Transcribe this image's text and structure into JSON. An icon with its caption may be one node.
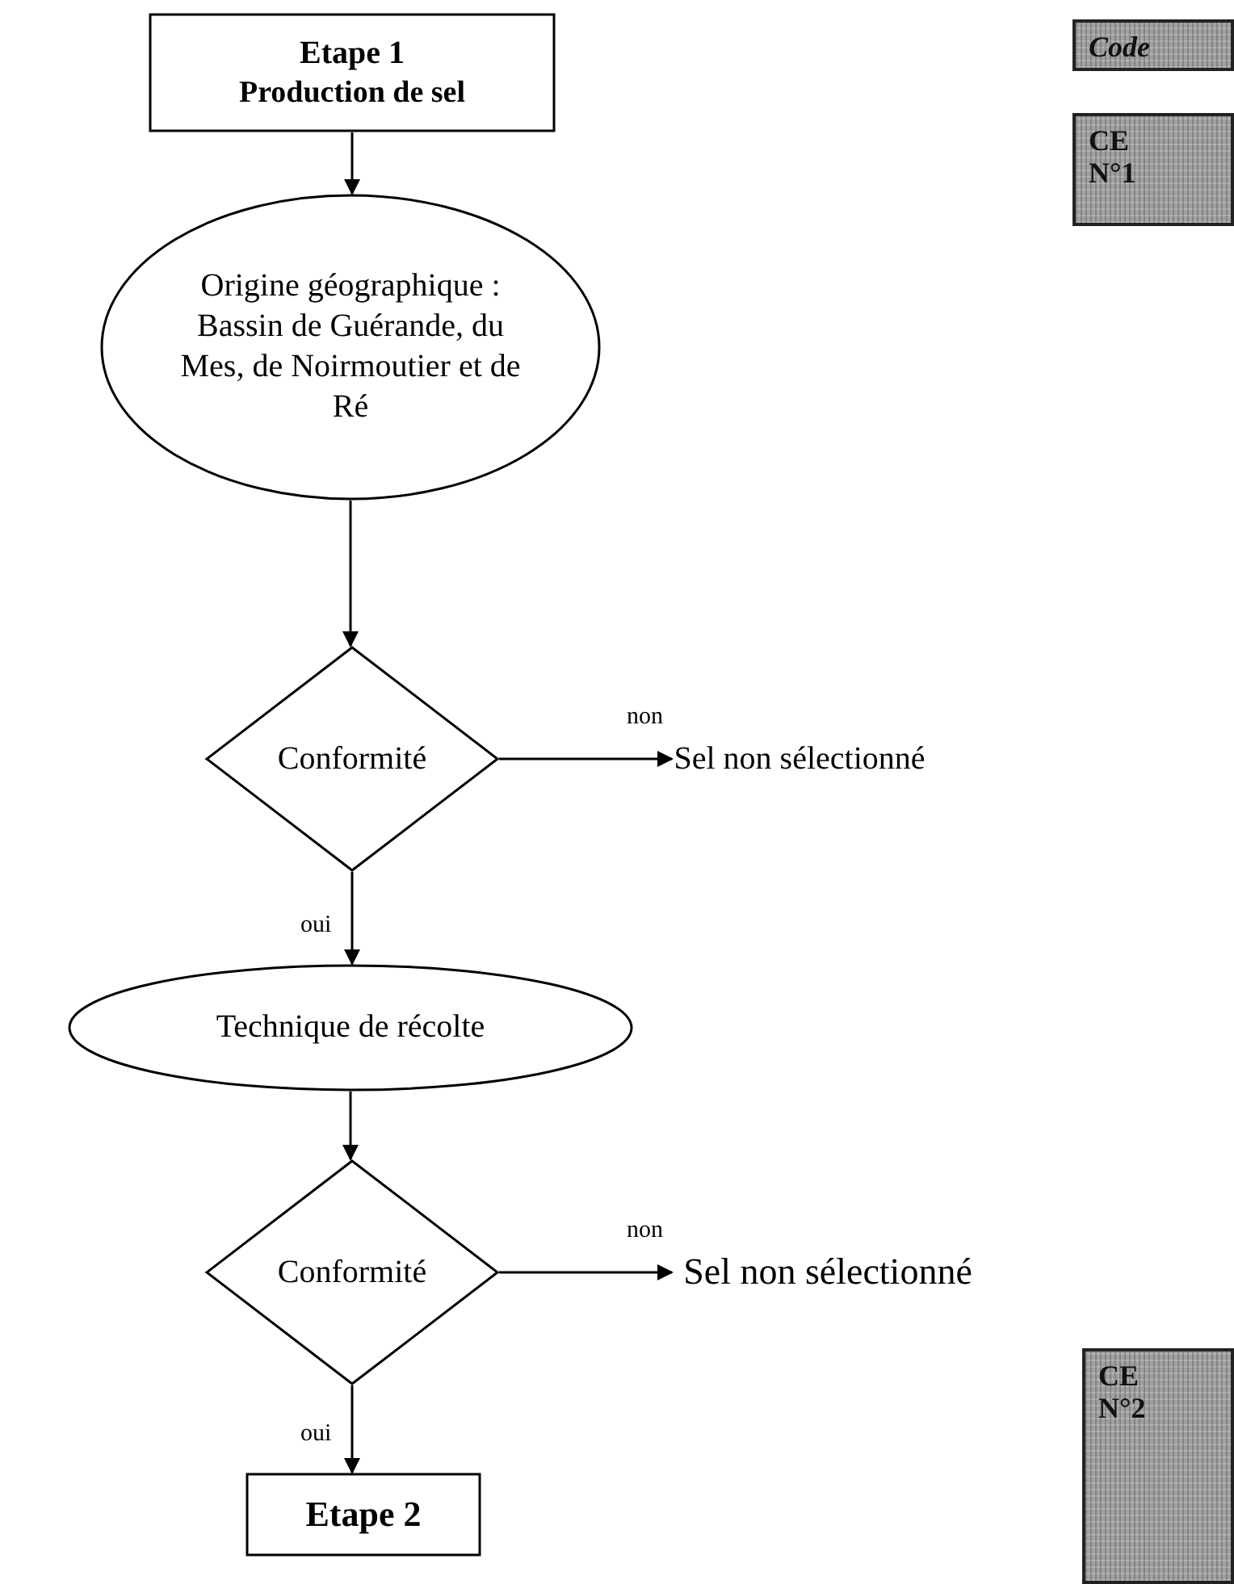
{
  "diagram": {
    "nodes": [
      {
        "text": [
          "Etape 1",
          "Production de sel"
        ]
      },
      {
        "text": [
          "Origine géographique : Bassin de Guérande, du Mes, de Noirmoutier et de Ré"
        ]
      },
      {
        "text": [
          "Conformité"
        ]
      },
      {
        "text": [
          "Sel non sélectionné"
        ]
      },
      {
        "text": [
          "Technique de récolte"
        ]
      },
      {
        "text": [
          "Conformité"
        ]
      },
      {
        "text": [
          "Sel non sélectionné"
        ]
      },
      {
        "text": [
          "Etape 2"
        ]
      },
      {
        "text": [
          "Code"
        ]
      },
      {
        "text": [
          "CE N°1"
        ]
      },
      {
        "text": [
          "CE N°2"
        ]
      }
    ],
    "edges": [
      {
        "from": 0,
        "to": 1,
        "arrow": "to"
      },
      {
        "from": 1,
        "to": 2,
        "arrow": "to"
      },
      {
        "from": 2,
        "to": 3,
        "arrow": "to",
        "label": "non"
      },
      {
        "from": 2,
        "to": 4,
        "arrow": "to",
        "label": "oui"
      },
      {
        "from": 4,
        "to": 5,
        "arrow": "to"
      },
      {
        "from": 5,
        "to": 6,
        "arrow": "to",
        "label": "non"
      },
      {
        "from": 5,
        "to": 7,
        "arrow": "to",
        "label": "oui"
      }
    ]
  }
}
